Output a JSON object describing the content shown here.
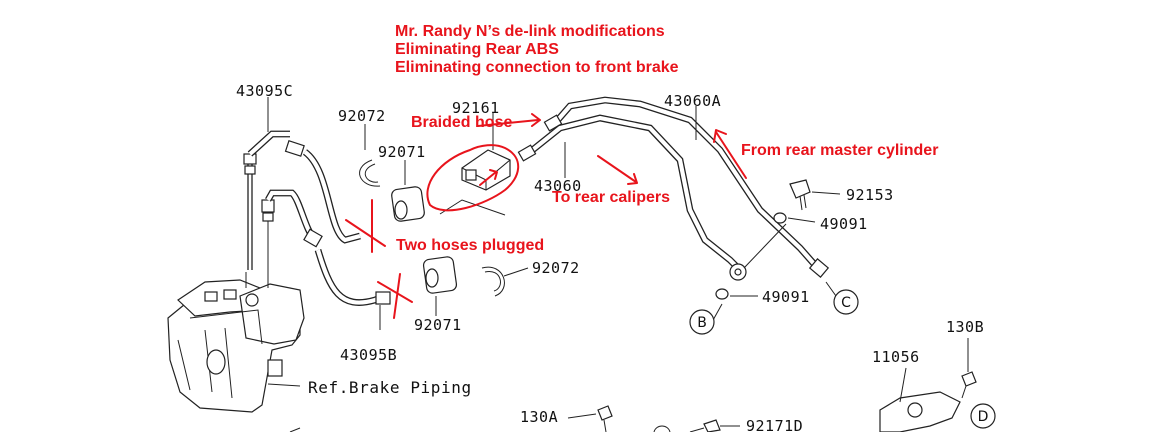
{
  "header_notes": {
    "line1": "Mr. Randy N’s de-link modifications",
    "line2": "Eliminating Rear ABS",
    "line3": "Eliminating connection to front brake"
  },
  "part_labels": {
    "p43095C": "43095C",
    "p92072_top": "92072",
    "p92071_top": "92071",
    "p92161": "92161",
    "p43060A": "43060A",
    "p43060": "43060",
    "p92153": "92153",
    "p49091_upper": "49091",
    "p49091_lower": "49091",
    "p92072_mid": "92072",
    "p92071_bottom": "92071",
    "p43095B": "43095B",
    "p130B": "130B",
    "p11056": "11056",
    "p130A": "130A",
    "p92171D": "92171D",
    "ref_brake_piping": "Ref.Brake Piping"
  },
  "circle_markers": {
    "b": "B",
    "c": "C",
    "d": "D"
  },
  "annotations": {
    "braided_hose": "Braided hose",
    "from_rear_master": "From rear master cylinder",
    "to_rear_calipers": "To rear calipers",
    "two_hoses_plugged": "Two hoses plugged"
  },
  "colors": {
    "annotation_red": "#e8141c",
    "line_art": "#222222",
    "background": "#ffffff"
  }
}
